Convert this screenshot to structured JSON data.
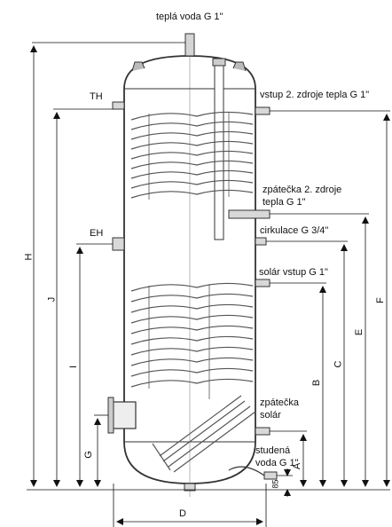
{
  "labels": {
    "hot_water": "teplá voda G 1\"",
    "th": "TH",
    "eh": "EH",
    "inlet_2nd_source": "vstup 2. zdroje tepla G 1\"",
    "return_2nd_source_line1": "zpátečka 2. zdroje",
    "return_2nd_source_line2": "tepla G 1\"",
    "circulation": "cirkulace G 3/4\"",
    "solar_inlet": "solár vstup G 1\"",
    "solar_return_line1": "zpátečka",
    "solar_return_line2": "solár",
    "cold_water_line1": "studená",
    "cold_water_line2": "voda G 1\""
  },
  "dimensions": {
    "H": "H",
    "J": "J",
    "I": "I",
    "G": "G",
    "F": "F",
    "E": "E",
    "C": "C",
    "B": "B",
    "A": "A",
    "D": "D",
    "offset_85": "85"
  }
}
